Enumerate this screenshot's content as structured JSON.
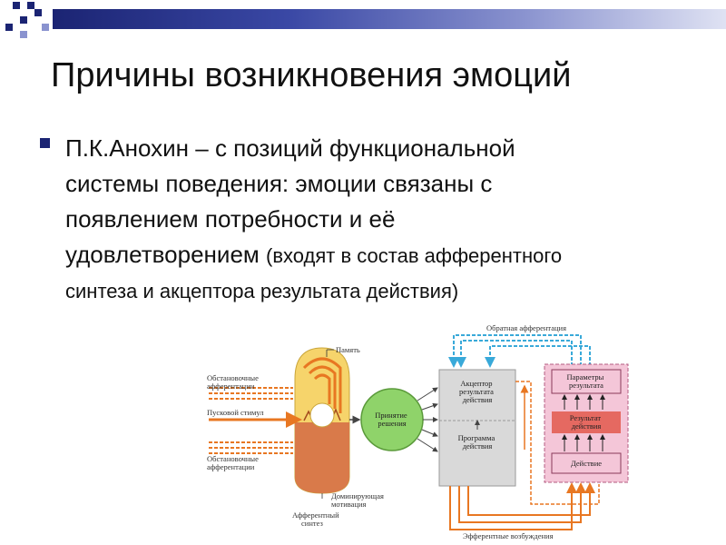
{
  "slide": {
    "title": "Причины возникновения эмоций",
    "bullet": {
      "lines": [
        "П.К.Анохин – с позиций функциональной",
        "системы поведения: эмоции связаны с",
        "появлением потребности и её"
      ],
      "line4_main": "удовлетворением",
      "line4_paren": "(входят в состав афферентного",
      "line5": "синтеза и акцептора результата действия)"
    }
  },
  "diagram": {
    "labels": {
      "memory": "Память",
      "env_aff_top": [
        "Обстановочные",
        "афферентации"
      ],
      "trigger": "Пусковой стимул",
      "env_aff_bottom": [
        "Обстановочные",
        "афферентации"
      ],
      "dominant": [
        "Доминирующая",
        "мотивация"
      ],
      "afferent_synthesis": [
        "Афферентный",
        "синтез"
      ],
      "decision": [
        "Принятие",
        "решения"
      ],
      "acceptor": [
        "Акцептор",
        "результата",
        "действия"
      ],
      "program": [
        "Программа",
        "действия"
      ],
      "feedback": "Обратная афферентация",
      "params": [
        "Параметры",
        "результата"
      ],
      "result": [
        "Результат",
        "действия"
      ],
      "action": "Действие",
      "efferent": "Эфферентные возбуждения"
    },
    "colors": {
      "accent": "#1b2473",
      "orange": "#e87722",
      "yellow": "#f6d46b",
      "green": "#8fd36a",
      "pink": "#f4c6d8",
      "gray": "#d9d9d9",
      "blue": "#39a9d9"
    }
  }
}
